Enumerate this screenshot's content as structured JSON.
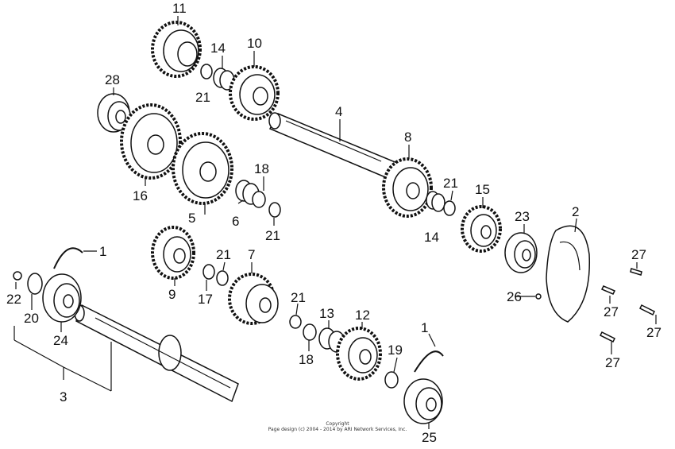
{
  "callouts": {
    "c1a": "1",
    "c1b": "1",
    "c2": "2",
    "c3": "3",
    "c4": "4",
    "c5": "5",
    "c6": "6",
    "c7": "7",
    "c8": "8",
    "c9": "9",
    "c10": "10",
    "c11": "11",
    "c12": "12",
    "c13": "13",
    "c14a": "14",
    "c14b": "14",
    "c15": "15",
    "c16": "16",
    "c17": "17",
    "c18a": "18",
    "c18b": "18",
    "c19": "19",
    "c20": "20",
    "c21a": "21",
    "c21b": "21",
    "c21c": "21",
    "c21d": "21",
    "c21e": "21",
    "c22": "22",
    "c23": "23",
    "c24": "24",
    "c25": "25",
    "c26": "26",
    "c27a": "27",
    "c27b": "27",
    "c27c": "27",
    "c27d": "27",
    "c28": "28"
  },
  "copyright": {
    "line1": "Copyright",
    "line2": "Page design (c) 2004 - 2014 by ARI Network Services, Inc."
  }
}
